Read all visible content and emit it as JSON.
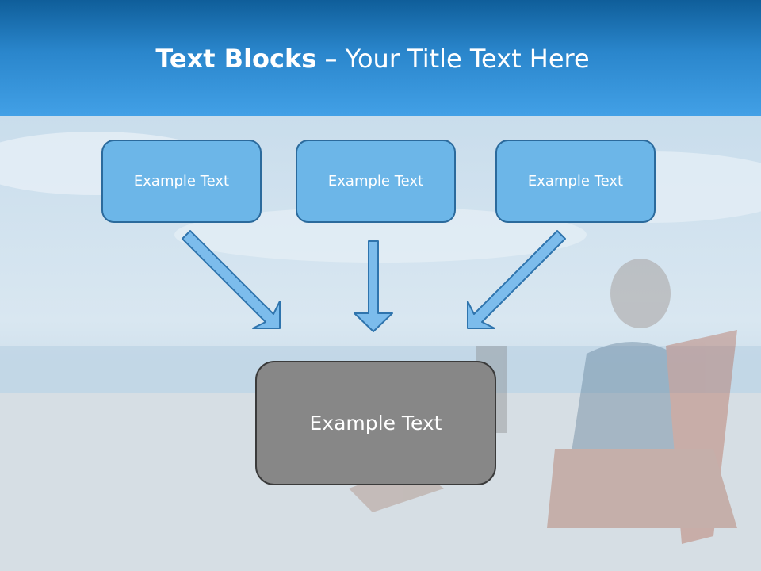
{
  "slide": {
    "title_bold": "Text Blocks",
    "title_rest": " – Your Title Text Here"
  },
  "blocks": [
    {
      "label": "Example Text"
    },
    {
      "label": "Example Text"
    },
    {
      "label": "Example Text"
    }
  ],
  "target": {
    "label": "Example Text"
  },
  "colors": {
    "header_top": "#0f5e9a",
    "header_bottom": "#42a0e6",
    "box_fill": "#6cb6e8",
    "box_border": "#2b6a9c",
    "target_fill": "#878787",
    "target_border": "#3b3b3b",
    "arrow_fill": "#7cbcec",
    "arrow_stroke": "#2f74ad"
  }
}
